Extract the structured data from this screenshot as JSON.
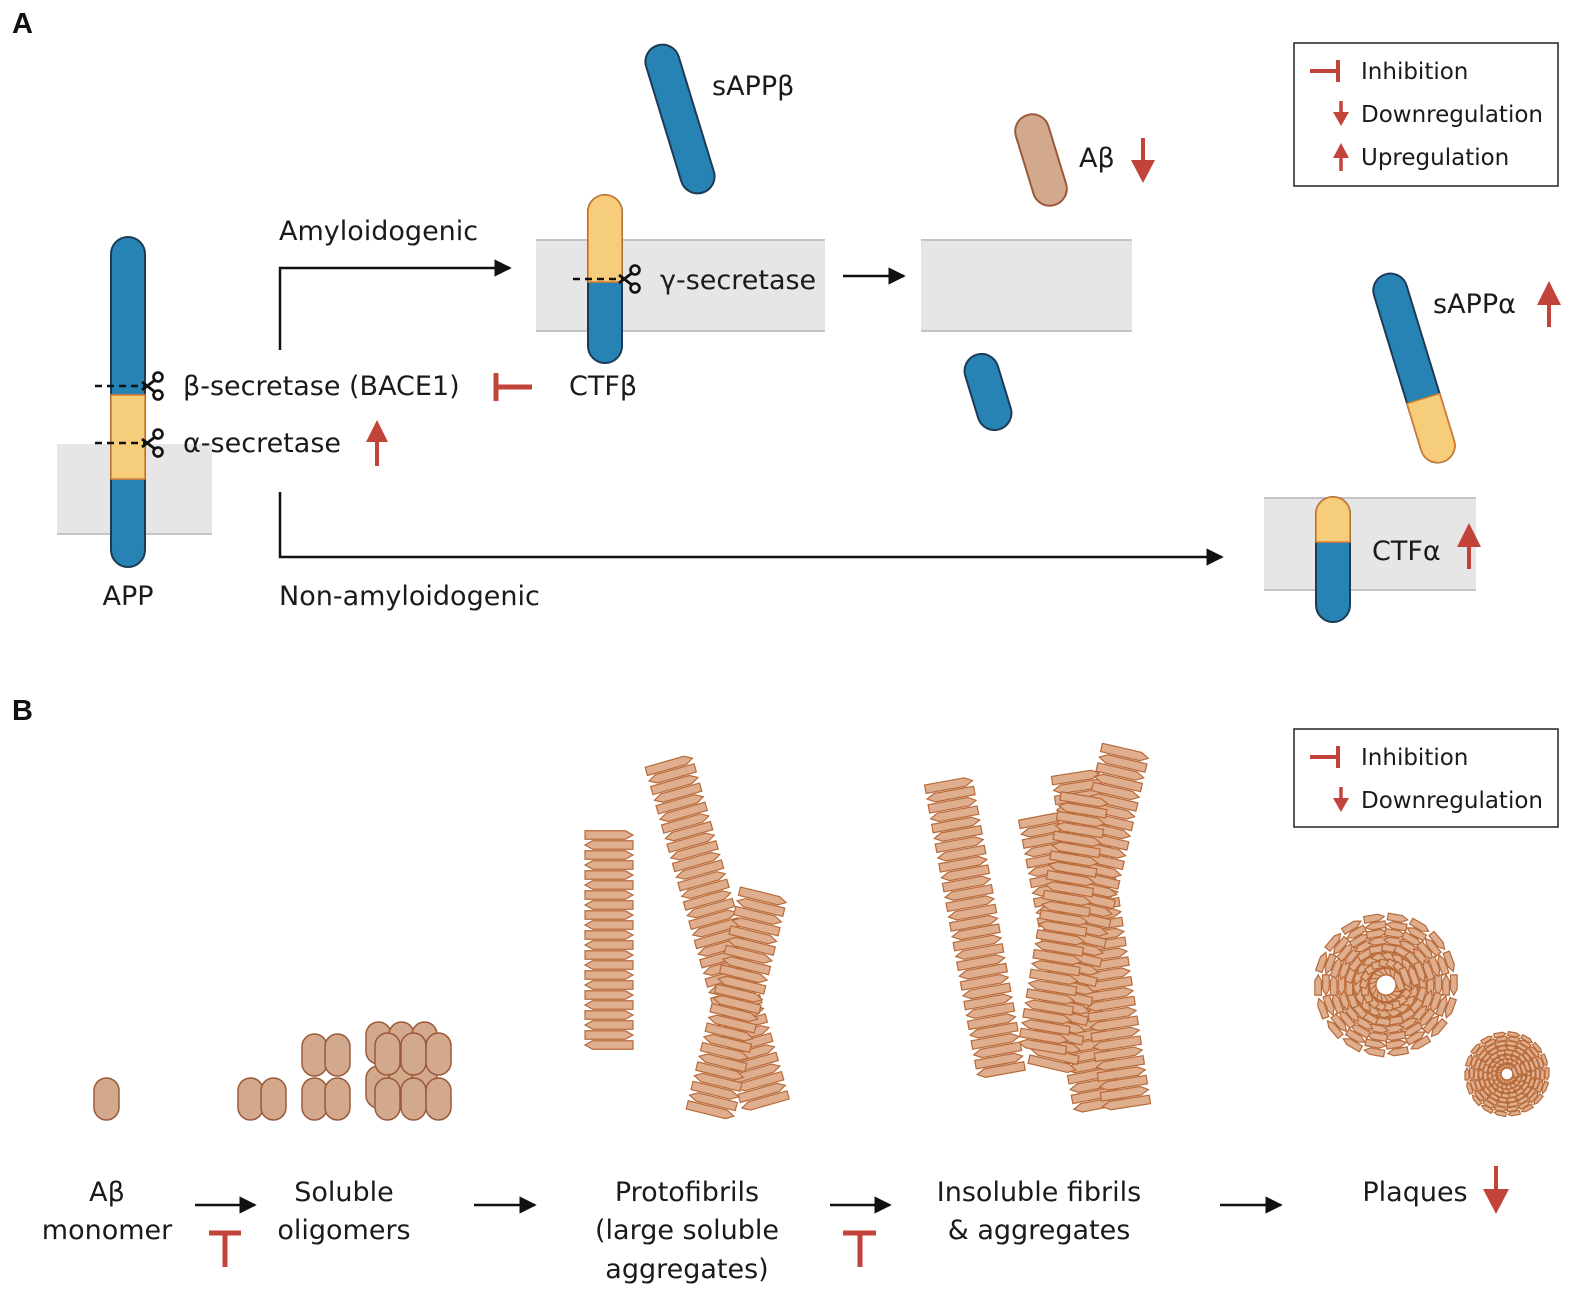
{
  "panel_a": {
    "letter": "A",
    "app_label": "APP",
    "beta_secretase": "β-secretase (BACE1)",
    "alpha_secretase": "α-secretase",
    "amyloidogenic": "Amyloidogenic",
    "non_amyloidogenic": "Non-amyloidogenic",
    "sappb": "sAPPβ",
    "ctfb": "CTFβ",
    "gamma_secretase": "γ-secretase",
    "abeta": "Aβ",
    "sappa": "sAPPα",
    "ctfa": "CTFα",
    "legend": {
      "inhibition": "Inhibition",
      "downregulation": "Downregulation",
      "upregulation": "Upregulation"
    }
  },
  "panel_b": {
    "letter": "B",
    "stages": [
      {
        "line1": "Aβ",
        "line2": "monomer"
      },
      {
        "line1": "Soluble",
        "line2": "oligomers"
      },
      {
        "line1": "Protofibrils",
        "line2": "(large soluble",
        "line3": "aggregates)"
      },
      {
        "line1": "Insoluble fibrils",
        "line2": "& aggregates"
      },
      {
        "line1": "Plaques"
      }
    ],
    "legend": {
      "inhibition": "Inhibition",
      "downregulation": "Downregulation"
    }
  },
  "colors": {
    "app_blue": "#2683b3",
    "app_yellow": "#f6cd7a",
    "abeta_tan": "#d2a98c",
    "fibril_fill": "#dfae8e",
    "fibril_stroke": "#b86a38",
    "regulation_red": "#c2433a",
    "membrane": "#e6e6e6"
  }
}
